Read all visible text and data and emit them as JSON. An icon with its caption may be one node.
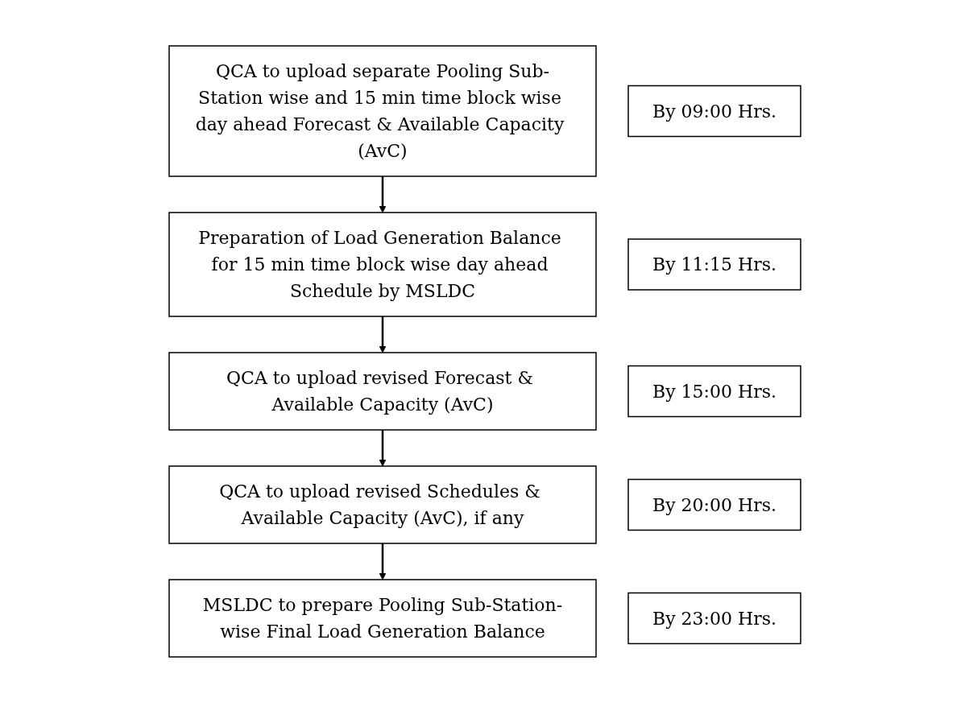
{
  "diagram": {
    "nodes": [
      {
        "text": [
          "QCA to upload separate Pooling Sub-Station wise and 15 min time block wise day ahead Forecast & Available Capacity (AvC)"
        ]
      },
      {
        "text": [
          "By 09:00 Hrs."
        ]
      },
      {
        "text": [
          "Preparation of Load Generation Balance for 15 min time block wise day ahead Schedule by MSLDC"
        ]
      },
      {
        "text": [
          "By 11:15 Hrs."
        ]
      },
      {
        "text": [
          "QCA to upload revised Forecast & Available Capacity (AvC)"
        ]
      },
      {
        "text": [
          "By 15:00 Hrs."
        ]
      },
      {
        "text": [
          "QCA to upload revised Schedules & Available Capacity (AvC), if any"
        ]
      },
      {
        "text": [
          "By 20:00 Hrs."
        ]
      },
      {
        "text": [
          "MSLDC to prepare Pooling Sub-Station-wise Final Load Generation Balance"
        ]
      },
      {
        "text": [
          "By 23:00 Hrs."
        ]
      }
    ],
    "edges": [
      {
        "from": 0,
        "to": 2,
        "arrow": "to"
      },
      {
        "from": 2,
        "to": 4,
        "arrow": "to"
      },
      {
        "from": 4,
        "to": 6,
        "arrow": "to"
      },
      {
        "from": 6,
        "to": 8,
        "arrow": "to"
      }
    ]
  }
}
